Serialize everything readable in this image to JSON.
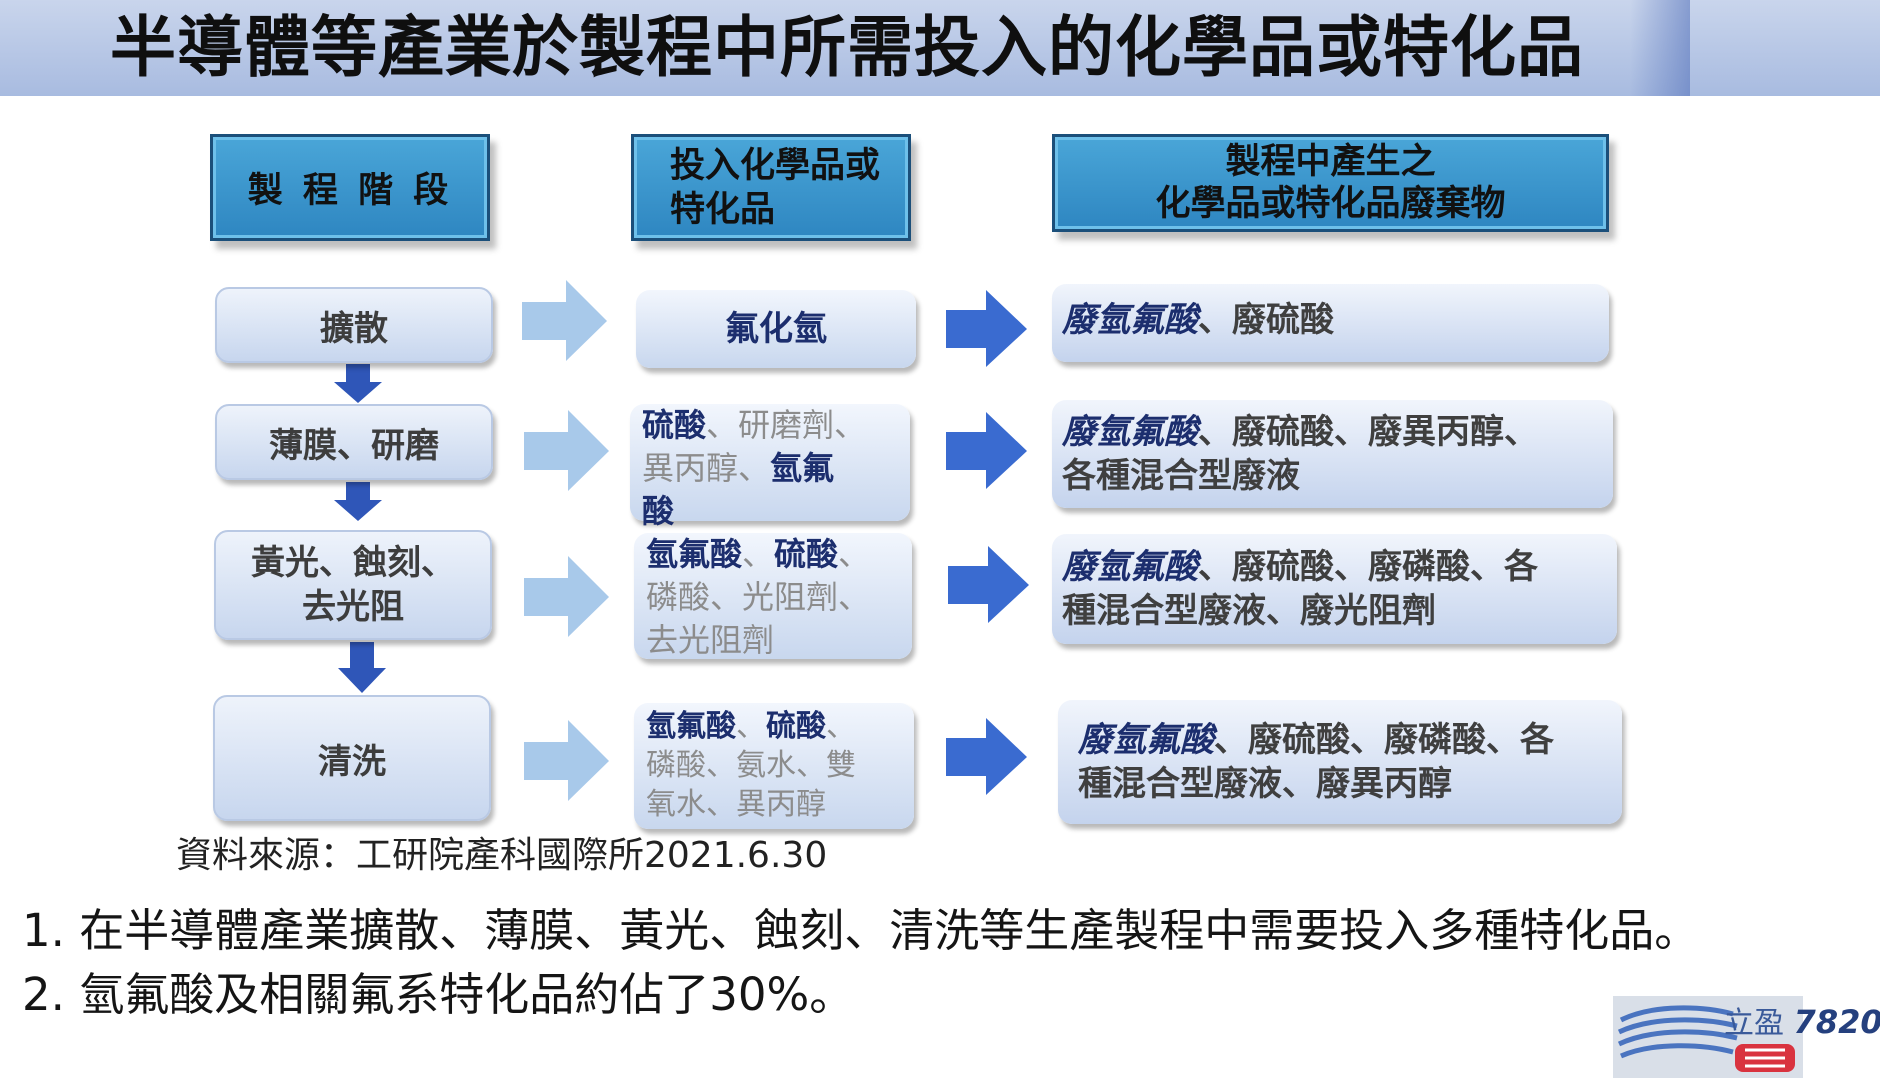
{
  "title": "半導體等產業於製程中所需投入的化學品或特化品",
  "headers": {
    "stage": "製 程 階 段",
    "input_line1": "投入化學品或",
    "input_line2": "特化品",
    "waste_line1": "製程中產生之",
    "waste_line2": "化學品或特化品廢棄物"
  },
  "rows": [
    {
      "stage": "擴散",
      "input": "氟化氫",
      "waste_hl": "廢氫氟酸",
      "waste_rest": "、廢硫酸"
    },
    {
      "stage": "薄膜、研磨",
      "input_hl1": "硫酸",
      "input_rest1": "、研磨劑、",
      "input_rest2": "異丙醇、",
      "input_hl2": "氫氟",
      "input_hl3": "酸",
      "waste_hl": "廢氫氟酸",
      "waste_rest1": "、廢硫酸、廢異丙醇、",
      "waste_rest2": "各種混合型廢液"
    },
    {
      "stage_line1": "黃光、蝕刻、",
      "stage_line2": "去光阻",
      "input_hl1": "氫氟酸",
      "input_sep1": "、",
      "input_hl2": "硫酸",
      "input_sep2": "、",
      "input_rest2": "磷酸、光阻劑、",
      "input_rest3": "去光阻劑",
      "waste_hl": "廢氫氟酸",
      "waste_rest1": "、廢硫酸、廢磷酸、各",
      "waste_rest2": "種混合型廢液、廢光阻劑"
    },
    {
      "stage": "清洗",
      "input_hl1": "氫氟酸",
      "input_sep1": "、",
      "input_hl2": "硫酸",
      "input_sep2": "、",
      "input_rest2": "磷酸、氨水、雙",
      "input_rest3": "氧水、異丙醇",
      "waste_hl": "廢氫氟酸",
      "waste_rest1": "、廢硫酸、廢磷酸、各",
      "waste_rest2": "種混合型廢液、廢異丙醇"
    }
  ],
  "source": "資料來源：工研院產科國際所2021.6.30",
  "notes": [
    "1. 在半導體產業擴散、薄膜、黃光、蝕刻、清洗等生產製程中需要投入多種特化品。",
    "2. 氫氟酸及相關氟系特化品約佔了30%。"
  ],
  "logo": {
    "name": "立盈",
    "code": "7820"
  },
  "colors": {
    "header_fill": "#3a97cf",
    "header_border": "#1b4f7a",
    "highlight_text": "#1c2e6e",
    "dark_arrow": "#3a6bd0",
    "light_arrow": "#a8c9ea"
  }
}
